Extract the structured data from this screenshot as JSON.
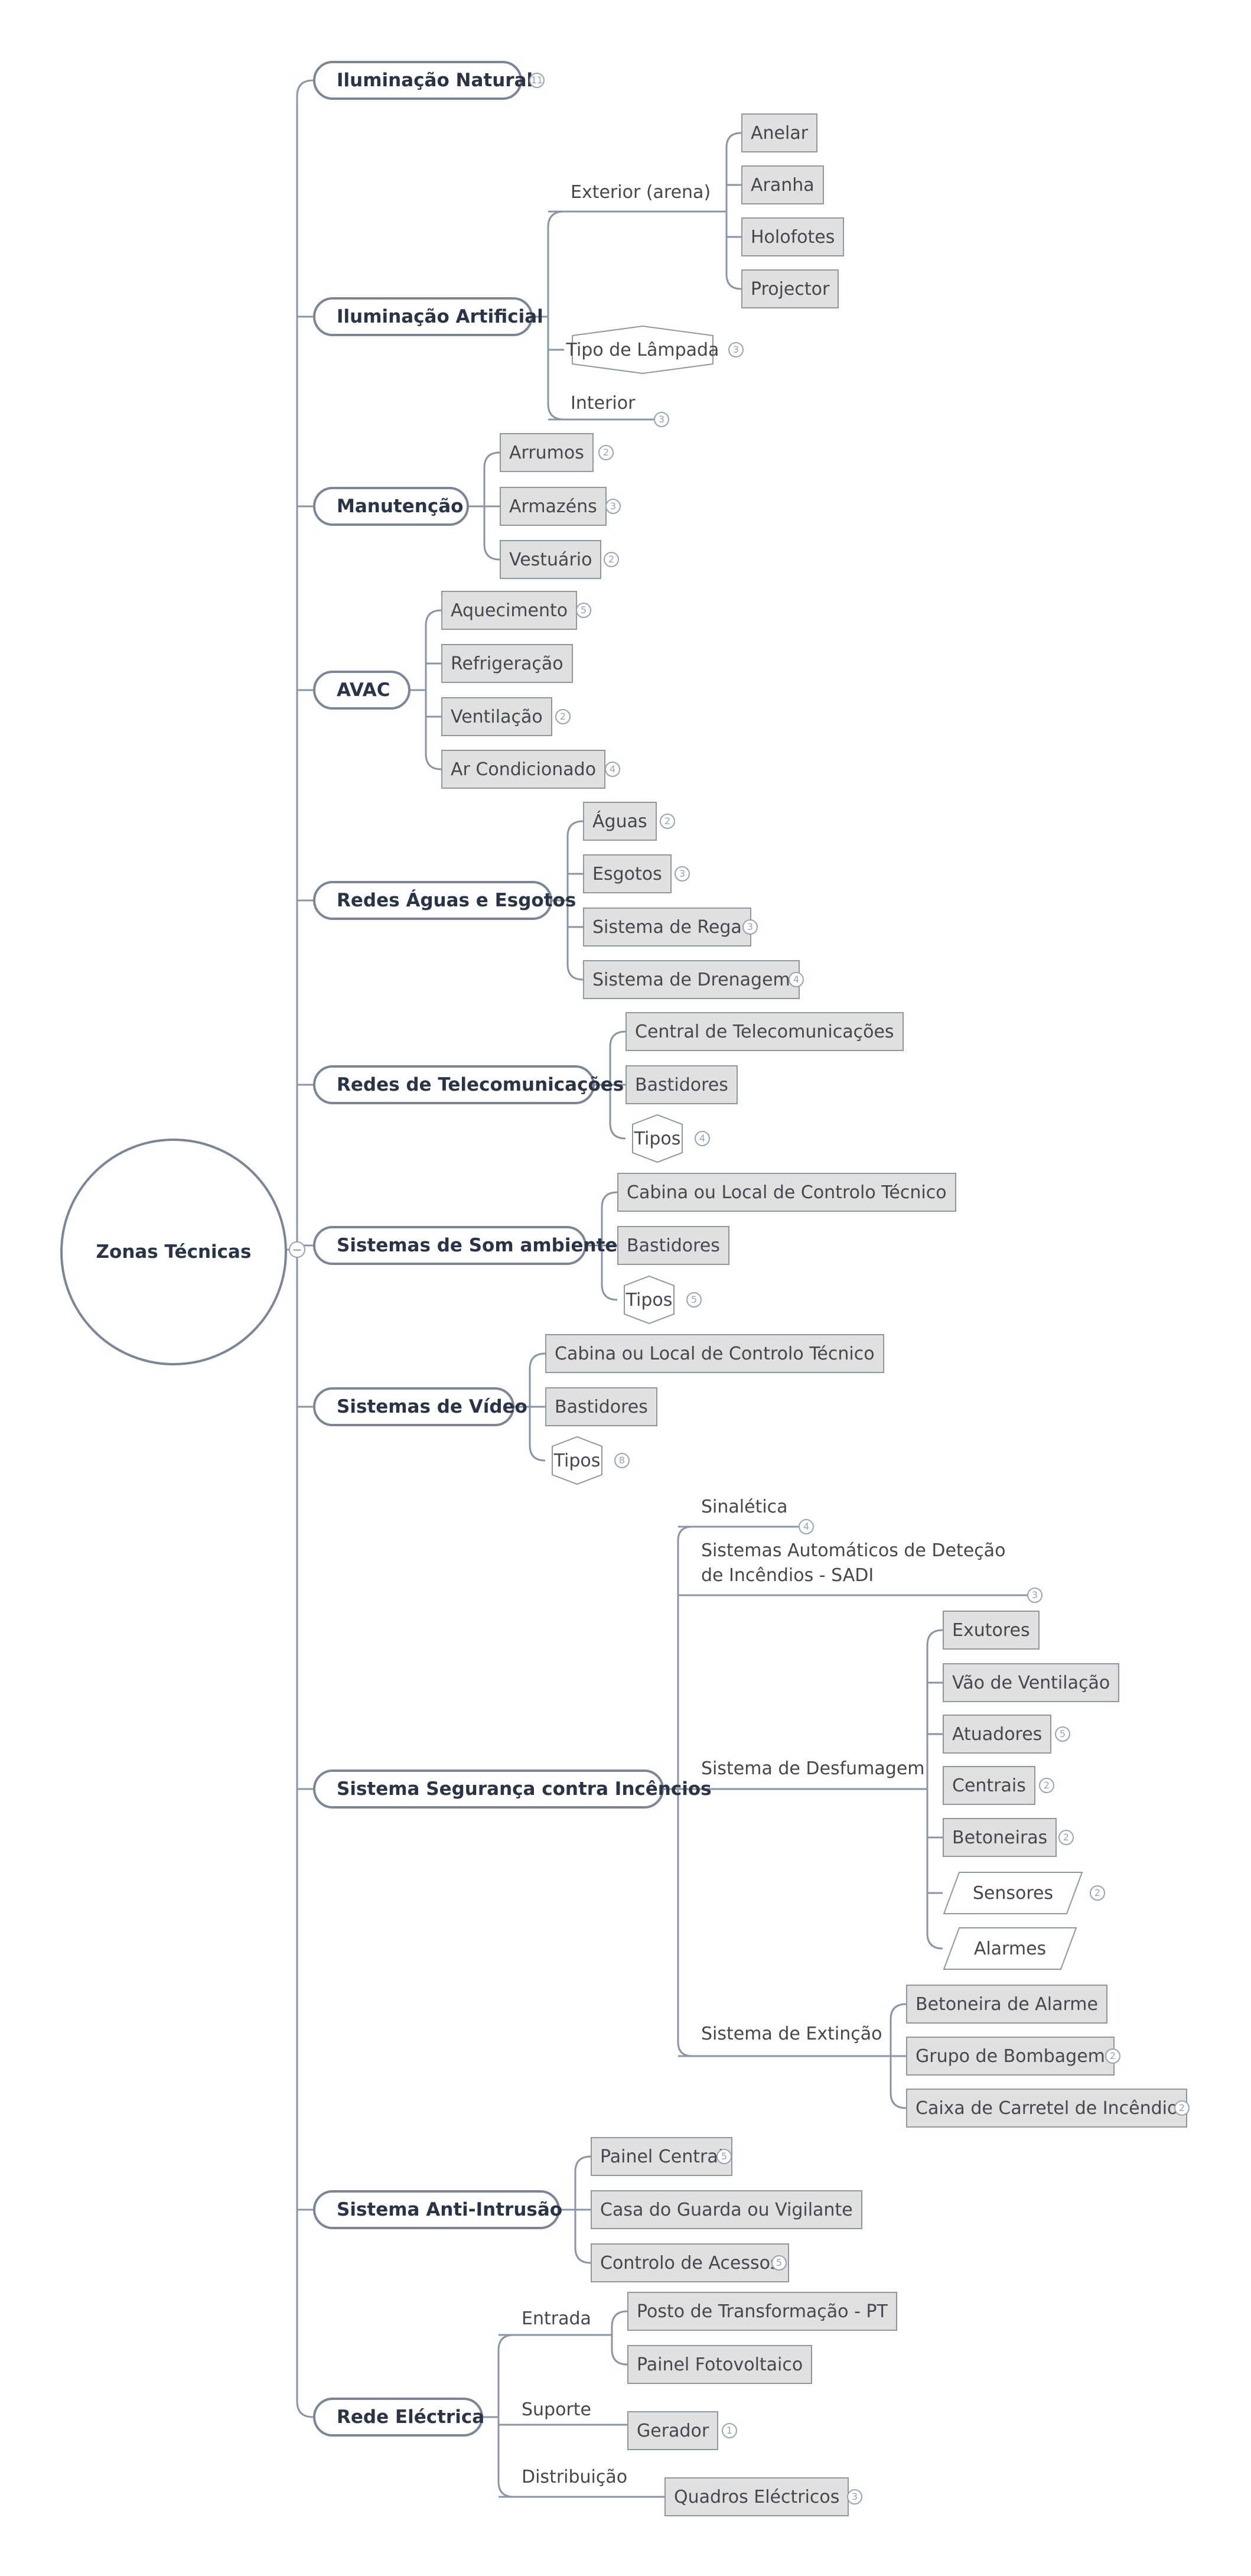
{
  "root": "Zonas Técnicas",
  "collapse_symbol": "−",
  "l1": {
    "iluminacao_natural": {
      "label": "Iluminação Natural",
      "count": "11"
    },
    "iluminacao_artificial": {
      "label": "Iluminação Artificial"
    },
    "manutencao": {
      "label": "Manutenção"
    },
    "avac": {
      "label": "AVAC"
    },
    "redes_aguas": {
      "label": "Redes Águas e Esgotos"
    },
    "redes_telecom": {
      "label": "Redes de Telecomunicações"
    },
    "som": {
      "label": "Sistemas de Som ambiente"
    },
    "video": {
      "label": "Sistemas de Vídeo"
    },
    "seguranca": {
      "label": "Sistema Segurança contra Incêncios"
    },
    "anti_intrusao": {
      "label": "Sistema Anti-Intrusão"
    },
    "rede_electrica": {
      "label": "Rede Eléctrica"
    }
  },
  "ilum_art": {
    "exterior": "Exterior (arena)",
    "anelar": "Anelar",
    "aranha": "Aranha",
    "holofotes": "Holofotes",
    "projector": "Projector",
    "tipo_lampada": {
      "label": "Tipo de Lâmpada",
      "count": "3"
    },
    "interior": {
      "label": "Interior",
      "count": "3"
    }
  },
  "manut": {
    "arrumos": {
      "label": "Arrumos",
      "count": "2"
    },
    "armazens": {
      "label": "Armazéns",
      "count": "3"
    },
    "vestuario": {
      "label": "Vestuário",
      "count": "2"
    }
  },
  "avac": {
    "aquecimento": {
      "label": "Aquecimento",
      "count": "5"
    },
    "refrigeracao": {
      "label": "Refrigeração"
    },
    "ventilacao": {
      "label": "Ventilação",
      "count": "2"
    },
    "ar_condicionado": {
      "label": "Ar Condicionado",
      "count": "4"
    }
  },
  "aguas": {
    "aguas": {
      "label": "Águas",
      "count": "2"
    },
    "esgotos": {
      "label": "Esgotos",
      "count": "3"
    },
    "rega": {
      "label": "Sistema de Rega",
      "count": "3"
    },
    "drenagem": {
      "label": "Sistema de Drenagem",
      "count": "4"
    }
  },
  "telecom": {
    "central": "Central de Telecomunicações",
    "bastidores": "Bastidores",
    "tipos": {
      "label": "Tipos",
      "count": "4"
    }
  },
  "som": {
    "cabina": "Cabina ou Local de Controlo Técnico",
    "bastidores": "Bastidores",
    "tipos": {
      "label": "Tipos",
      "count": "5"
    }
  },
  "video": {
    "cabina": "Cabina ou Local de Controlo Técnico",
    "bastidores": "Bastidores",
    "tipos": {
      "label": "Tipos",
      "count": "8"
    }
  },
  "seg": {
    "sinaletica": {
      "label": "Sinalética",
      "count": "4"
    },
    "sadi": {
      "label": "Sistemas Automáticos de Deteção de Incêndios - SADI",
      "count": "3"
    },
    "desfumagem": "Sistema de Desfumagem",
    "exutores": "Exutores",
    "vao": "Vão de Ventilação",
    "atuadores": {
      "label": "Atuadores",
      "count": "5"
    },
    "centrais": {
      "label": "Centrais",
      "count": "2"
    },
    "betoneiras": {
      "label": "Betoneiras",
      "count": "2"
    },
    "sensores": {
      "label": "Sensores",
      "count": "2"
    },
    "alarmes": "Alarmes",
    "extincao": "Sistema de Extinção",
    "betoneira_alarme": "Betoneira de Alarme",
    "bombagem": {
      "label": "Grupo de Bombagem",
      "count": "2"
    },
    "carretel": {
      "label": "Caixa de Carretel de Incêndio",
      "count": "2"
    }
  },
  "anti": {
    "painel": {
      "label": "Painel Central",
      "count": "5"
    },
    "casa": "Casa do Guarda ou Vigilante",
    "controlo": {
      "label": "Controlo de Acessos",
      "count": "5"
    }
  },
  "elec": {
    "entrada": "Entrada",
    "posto": "Posto de Transformação - PT",
    "fotovoltaico": "Painel Fotovoltaico",
    "suporte": "Suporte",
    "gerador": {
      "label": "Gerador",
      "count": "1"
    },
    "distribuicao": "Distribuição",
    "quadros": {
      "label": "Quadros Eléctricos",
      "count": "3"
    }
  }
}
